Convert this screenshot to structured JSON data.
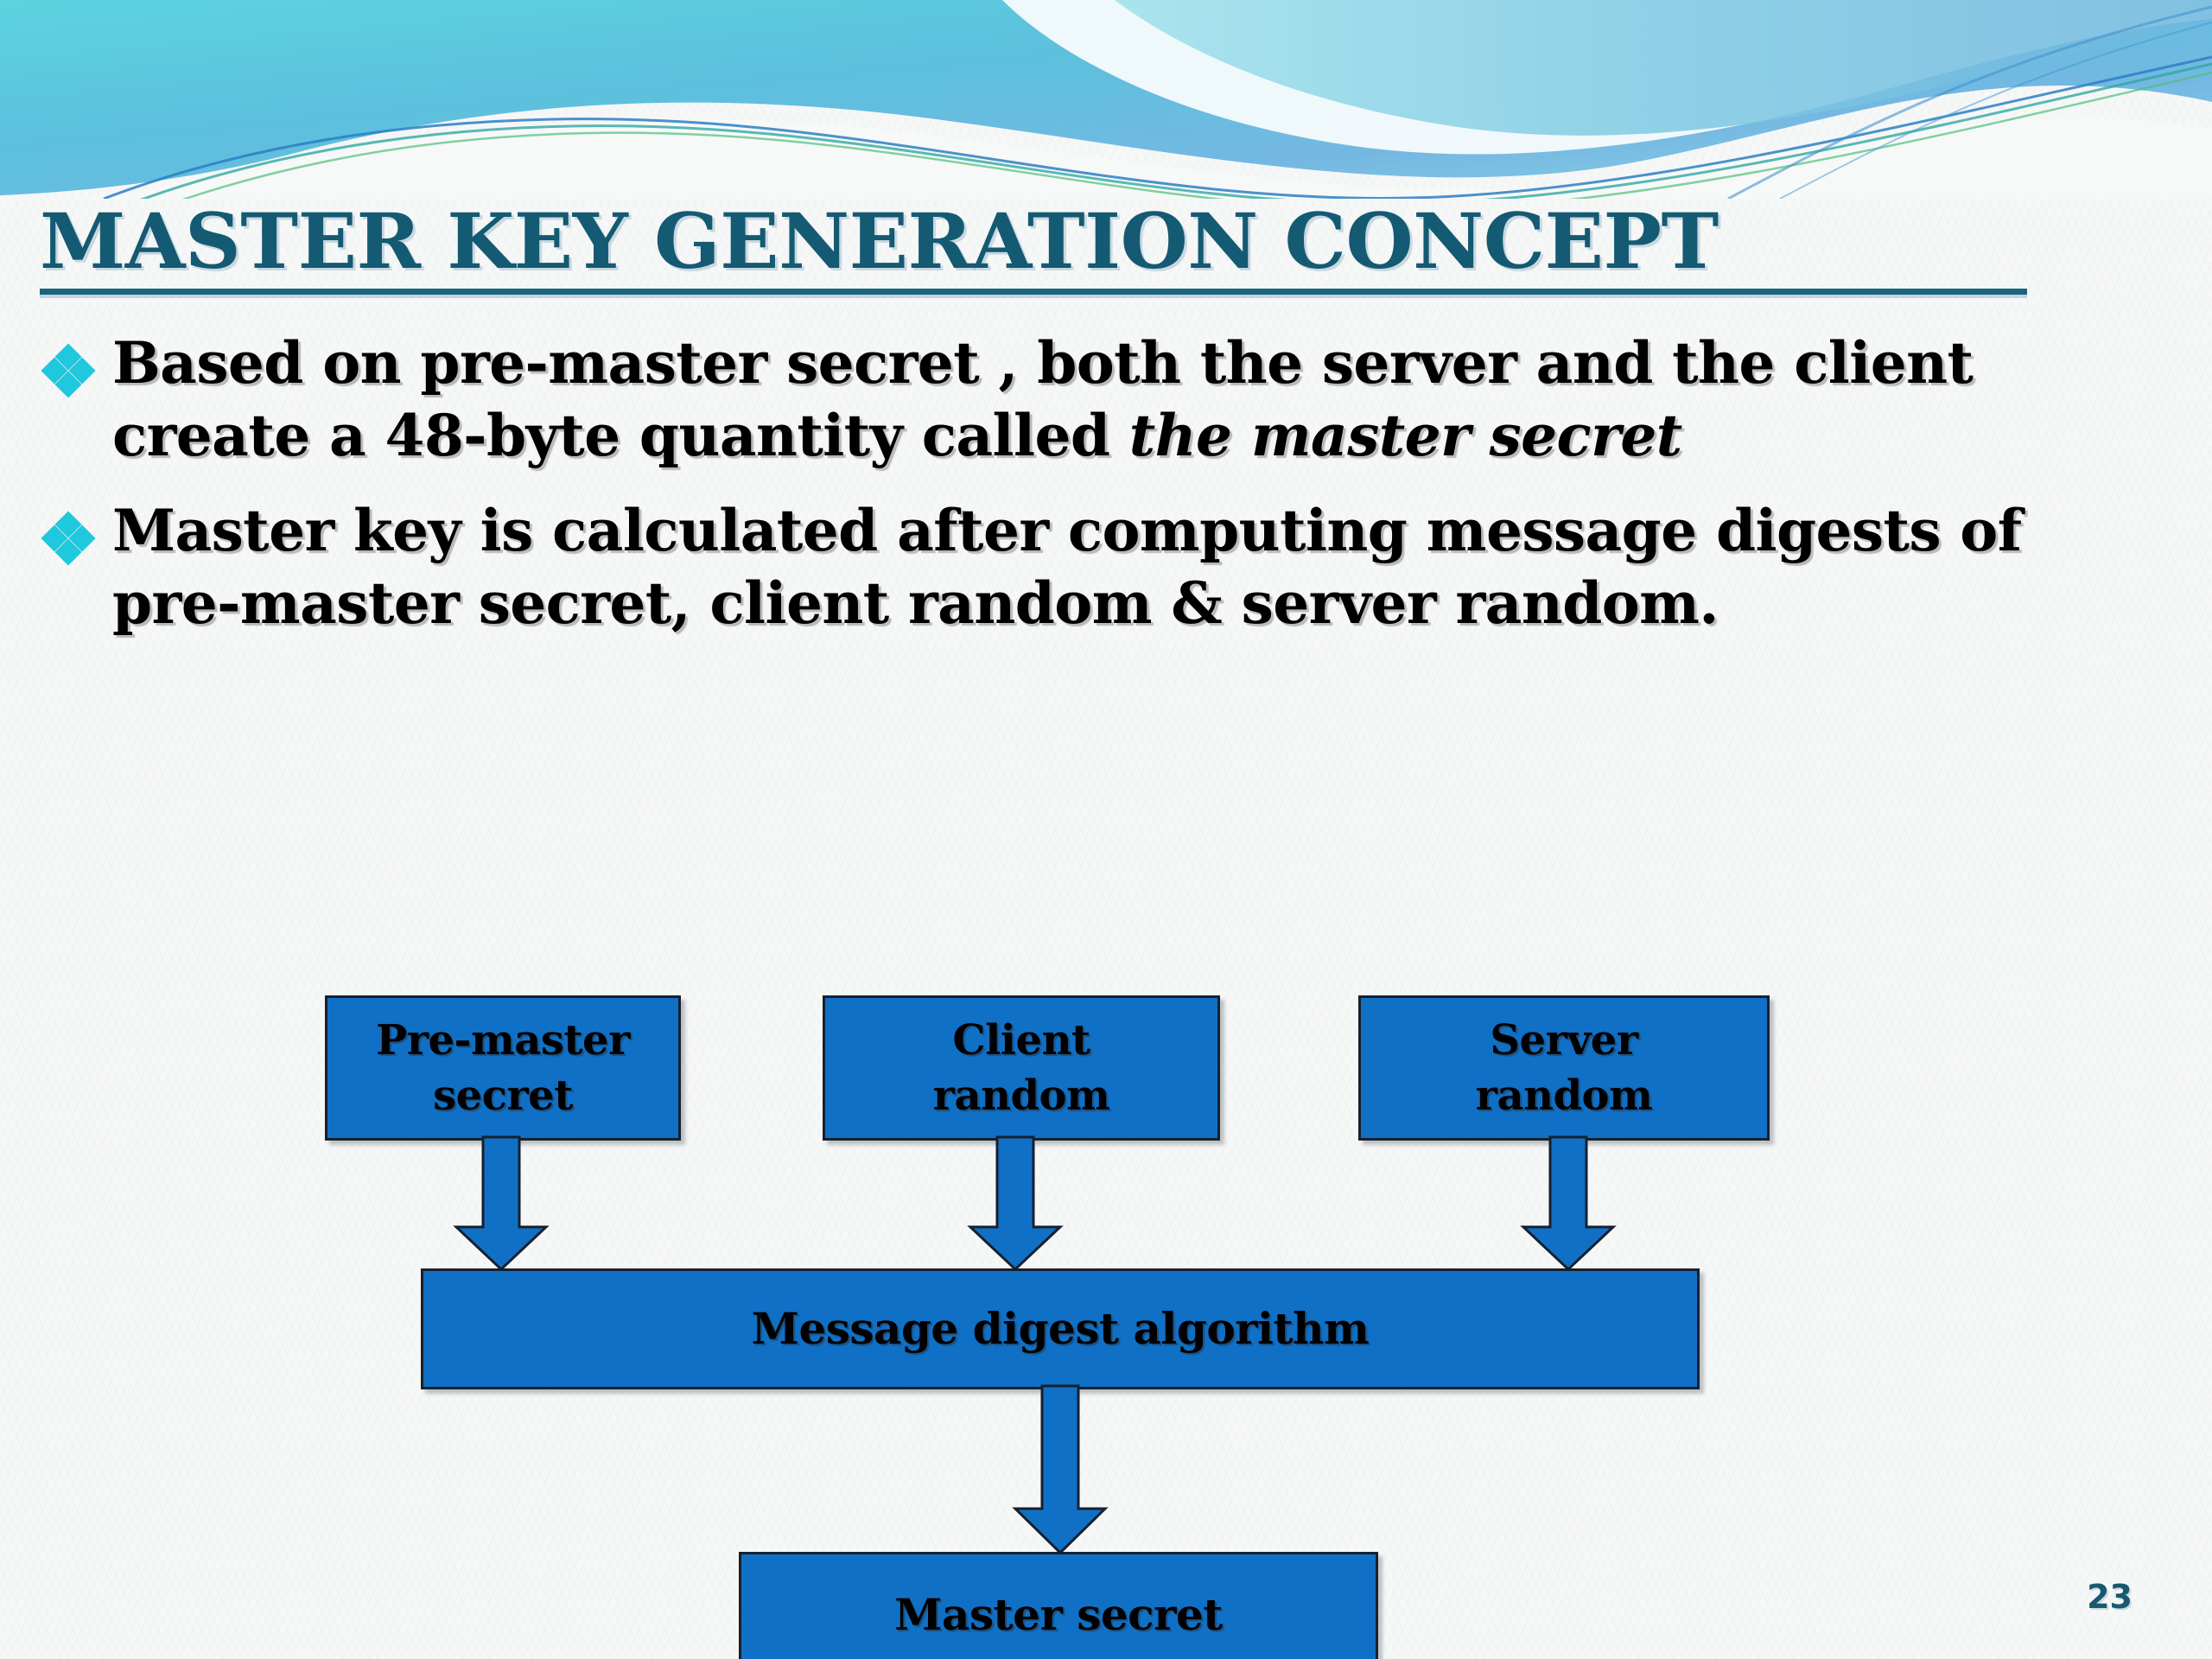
{
  "slide": {
    "title": "MASTER KEY GENERATION CONCEPT",
    "page_number": "23",
    "accent_color": "#145a72",
    "bullet_marker_color": "#1fc8dd",
    "diagram_fill_color": "#1070c5",
    "diagram_border_color": "#16202e",
    "background_color": "#f6f7f7"
  },
  "bullets": [
    {
      "marker": "diamond-flower-bullet",
      "text_plain": "Based on pre-master secret , both the client create a 48-byte quantity called the master secret",
      "run_1": "Based on pre-master secret , both the server and the client create a 48-byte quantity called ",
      "run_2_italic": "the master secret"
    },
    {
      "marker": "diamond-flower-bullet",
      "text_plain": "Master key is calculated after computing message digests of pre-master secret, client random & server random.",
      "run_1": "Master key is calculated after computing message digests of pre-master secret, client random & server random.",
      "run_2_italic": ""
    }
  ],
  "diagram": {
    "nodes": {
      "premaster": "Pre-master\nsecret",
      "premaster_line1": "Pre-master",
      "premaster_line2": "secret",
      "client_line1": "Client",
      "client_line2": "random",
      "server_line1": "Server",
      "server_line2": "random",
      "digest": "Message digest algorithm",
      "master": "Master secret"
    },
    "arrows": [
      {
        "name": "premaster-to-digest",
        "direction": "down"
      },
      {
        "name": "client-to-digest",
        "direction": "down"
      },
      {
        "name": "server-to-digest",
        "direction": "down"
      },
      {
        "name": "digest-to-master",
        "direction": "down"
      }
    ]
  }
}
